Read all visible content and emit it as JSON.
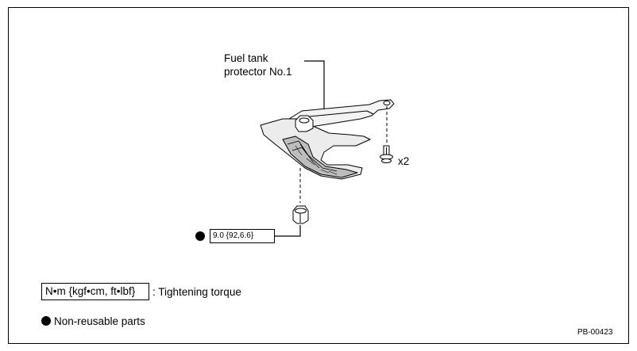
{
  "callout": {
    "part_name_line1": "Fuel tank",
    "part_name_line2": "protector No.1",
    "quantity": "x2",
    "torque_value": "9.0 {92,6.6}"
  },
  "legend": {
    "unit_label": "N•m {kgf•cm, ft•lbf}",
    "torque_desc": ": Tightening torque",
    "nonreusable_label": "Non-reusable parts"
  },
  "figure_code": "PB-00423",
  "icons": {
    "nonreusable_marker": "filled-circle",
    "legend_marker": "filled-circle"
  }
}
